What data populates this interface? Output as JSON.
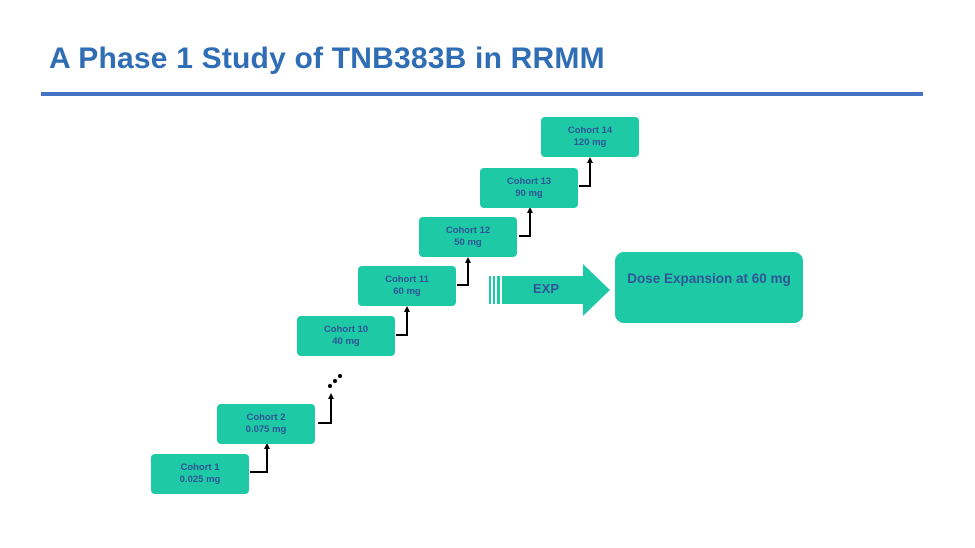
{
  "title": "A Phase 1 Study of TNB383B in RRMM",
  "cohorts": [
    {
      "name": "Cohort 1",
      "dose": "0.025 mg"
    },
    {
      "name": "Cohort 2",
      "dose": "0.075 mg"
    },
    {
      "name": "Cohort 10",
      "dose": "40 mg"
    },
    {
      "name": "Cohort 11",
      "dose": "60 mg"
    },
    {
      "name": "Cohort 12",
      "dose": "50 mg"
    },
    {
      "name": "Cohort 13",
      "dose": "90 mg"
    },
    {
      "name": "Cohort 14",
      "dose": "120 mg"
    }
  ],
  "exp_label": "EXP",
  "expansion_label": "Dose Expansion at 60 mg",
  "colors": {
    "title": "#2f6db5",
    "rule": "#4472c4",
    "box": "#1ec9a6",
    "text": "#2f5597"
  }
}
